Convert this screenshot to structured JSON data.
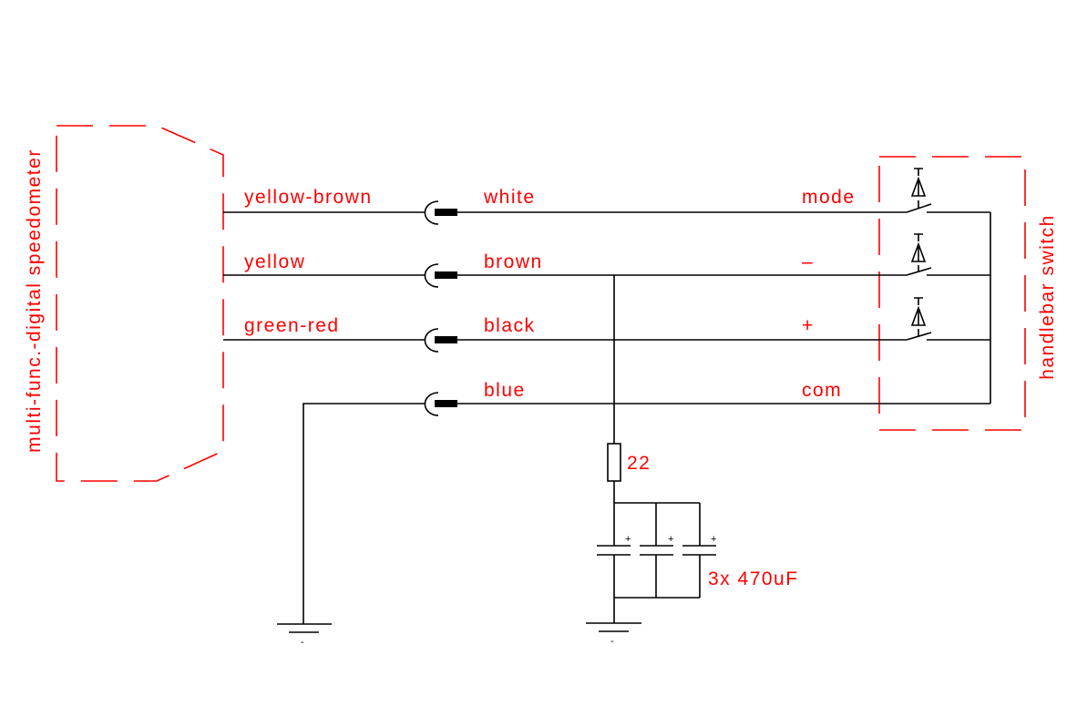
{
  "title": "Speedometer handlebar switch wiring",
  "speedometer": {
    "label": "multi-func.-digital speedometer"
  },
  "switch_box": {
    "label": "handlebar switch"
  },
  "wires": [
    {
      "left": "yellow-brown",
      "middle": "white",
      "right": "mode"
    },
    {
      "left": "yellow",
      "middle": "brown",
      "right": "–"
    },
    {
      "left": "green-red",
      "middle": "black",
      "right": "+"
    },
    {
      "left": "",
      "middle": "blue",
      "right": "com"
    }
  ],
  "resistor": {
    "value": "22"
  },
  "capacitors": {
    "label": "3x 470uF",
    "polarity": "+"
  },
  "ground": {
    "symbol": "-"
  },
  "colors": {
    "annotation": "#ff0000",
    "wire": "#000000"
  }
}
